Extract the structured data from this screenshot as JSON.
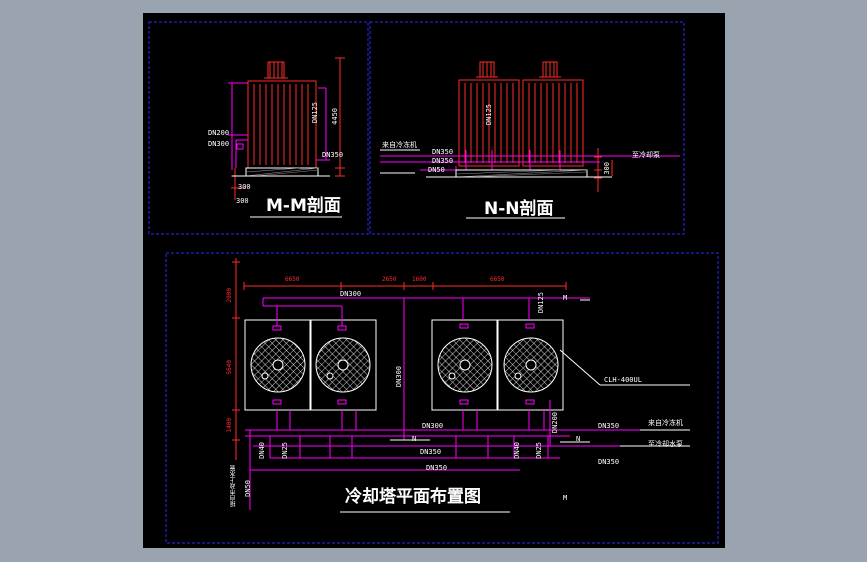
{
  "titles": {
    "mm": "M-M剖面",
    "nn": "N-N剖面",
    "plan": "冷却塔平面布置图"
  },
  "mm_labels": {
    "dn200": "DN200",
    "dn300": "DN300",
    "dn125": "DN125",
    "dn350": "DN350",
    "h4450": "4450",
    "d300a": "300",
    "d300b": "300"
  },
  "nn_labels": {
    "from_unit": "来自冷冻机",
    "dn350a": "DN350",
    "dn350b": "DN350",
    "dn50": "DN50",
    "dn125": "DN125",
    "to_pump": "至冷却泵",
    "d300": "300"
  },
  "plan_labels": {
    "dim1": "6650",
    "dim2": "2650",
    "dim3": "1600",
    "dim4": "6650",
    "dn300_top": "DN300",
    "dn125_top": "DN125",
    "m_mark": "M",
    "dn300_vert": "DN300",
    "model": "CLH-400UL",
    "dn300_mid": "DN300",
    "n_mark_left": "N",
    "n_mark_right": "N",
    "dn200": "DN200",
    "dn350_right": "DN350",
    "from_unit": "来自冷冻机",
    "to_pump": "至冷却水泵",
    "dn40_left": "DN40",
    "dn25_left": "DN25",
    "dn40_right": "DN40",
    "dn25_right": "DN25",
    "dn350_mid": "DN350",
    "dn350_low": "DN350",
    "dn50": "DN50",
    "dn350_bottom": "DN350",
    "makeup": "接自市政上水管",
    "m_mark_bottom": "M",
    "left_dims": [
      "2000",
      "5640",
      "1400"
    ]
  },
  "colors": {
    "background": "#9aa3b0",
    "sheet": "#000000",
    "frame": "#2a2aff",
    "red": "#ff2a2a",
    "magenta": "#ff00ff",
    "white": "#ffffff"
  }
}
